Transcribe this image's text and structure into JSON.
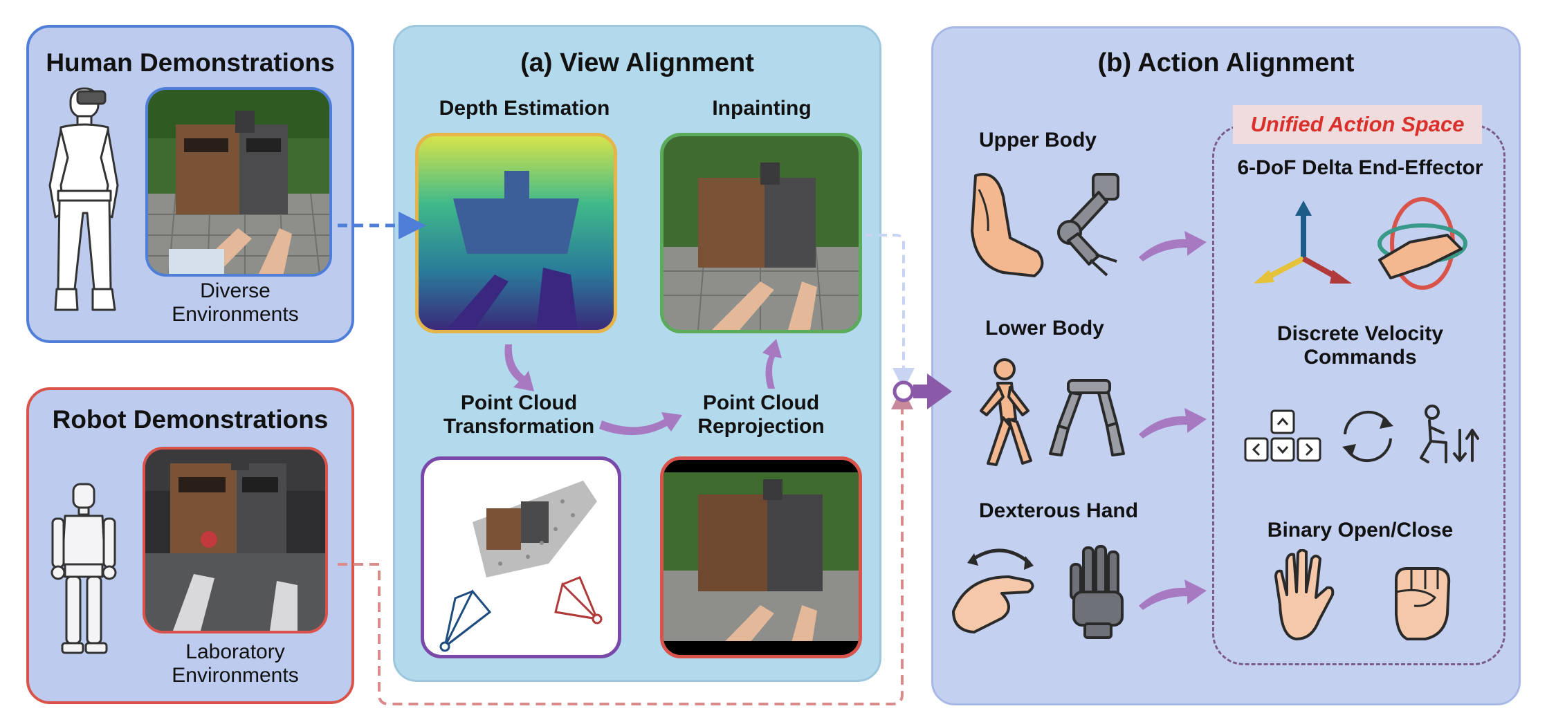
{
  "human": {
    "title": "Human Demonstrations",
    "caption": "Diverse\nEnvironments"
  },
  "robot": {
    "title": "Robot Demonstrations",
    "caption": "Laboratory\nEnvironments"
  },
  "view_alignment": {
    "title": "(a) View Alignment",
    "depth_label": "Depth Estimation",
    "inpaint_label": "Inpainting",
    "transform_label": "Point Cloud\nTransformation",
    "reproject_label": "Point Cloud\nReprojection"
  },
  "action_alignment": {
    "title": "(b) Action Alignment",
    "upper_body": "Upper Body",
    "lower_body": "Lower Body",
    "dexterous_hand": "Dexterous Hand",
    "unified_space": "Unified Action Space",
    "ee_label": "6-DoF Delta End-Effector",
    "velocity_label": "Discrete Velocity\nCommands",
    "binary_label": "Binary Open/Close"
  },
  "colors": {
    "human_border": "#4f7ed8",
    "robot_border": "#d9534a",
    "view_bg": "#b3d9ec",
    "action_bg": "#c3d0f0",
    "depth_border": "#e6b54a",
    "inpaint_border": "#5aab5a",
    "cloud_border": "#7a48a8",
    "unified_red": "#d9302c",
    "arrow_purple": "#a779c0"
  }
}
